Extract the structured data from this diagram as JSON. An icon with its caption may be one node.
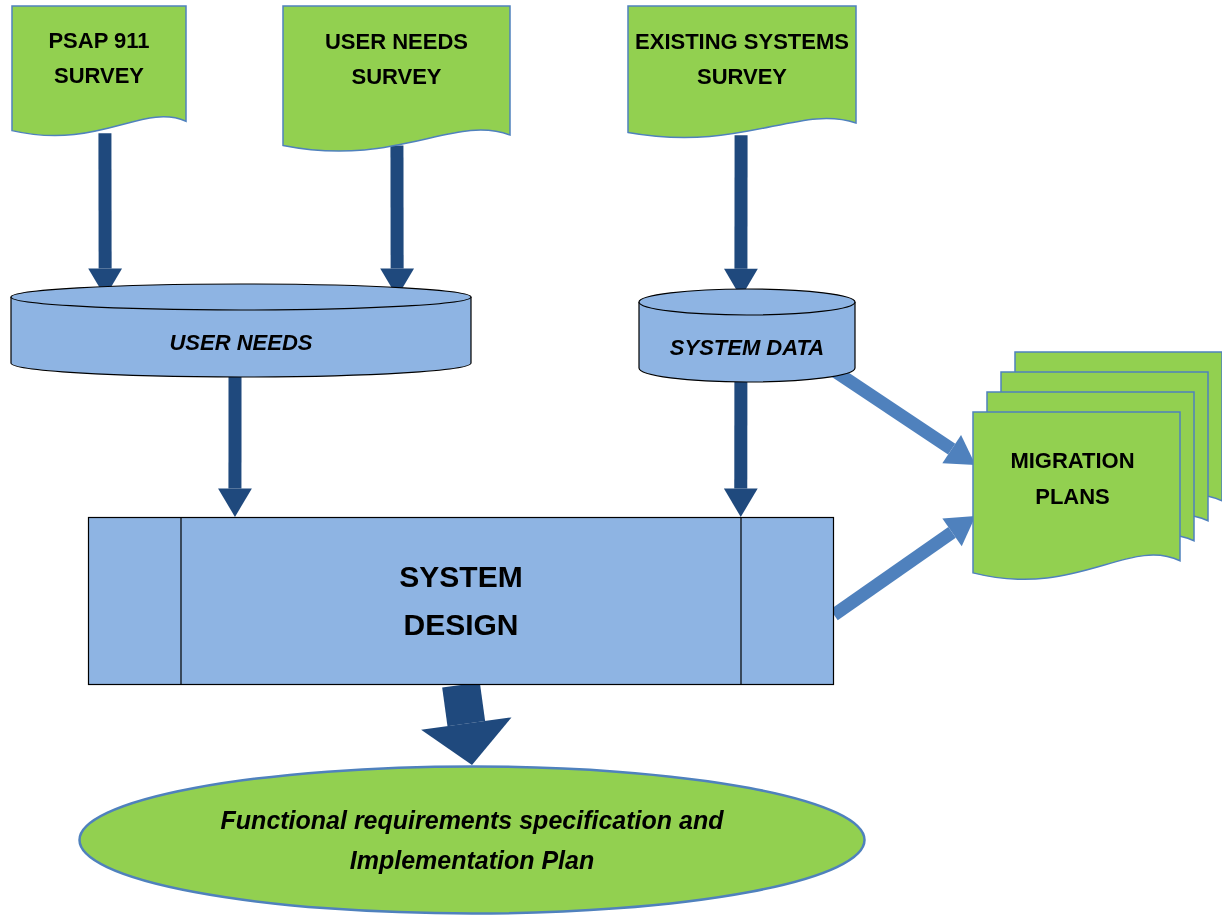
{
  "diagram": {
    "nodes": [
      {
        "text": [
          "PSAP 911 SURVEY"
        ]
      },
      {
        "text": [
          "USER NEEDS SURVEY"
        ]
      },
      {
        "text": [
          "EXISTING SYSTEMS SURVEY"
        ]
      },
      {
        "text": [
          "USER NEEDS"
        ]
      },
      {
        "text": [
          "SYSTEM DATA"
        ]
      },
      {
        "text": [
          "SYSTEM DESIGN"
        ]
      },
      {
        "text": [
          "MIGRATION PLANS"
        ]
      },
      {
        "text": [
          "Functional requirements specification and Implementation Plan"
        ]
      }
    ],
    "edges": [
      {
        "from": 0,
        "to": 3,
        "arrow": "to"
      },
      {
        "from": 1,
        "to": 3,
        "arrow": "to"
      },
      {
        "from": 2,
        "to": 4,
        "arrow": "to"
      },
      {
        "from": 3,
        "to": 5,
        "arrow": "to"
      },
      {
        "from": 4,
        "to": 5,
        "arrow": "to"
      },
      {
        "from": 4,
        "to": 6,
        "arrow": "to",
        "color": "#4f81bd"
      },
      {
        "from": 5,
        "to": 6,
        "arrow": "to",
        "color": "#4f81bd"
      },
      {
        "from": 5,
        "to": 7,
        "arrow": "to",
        "style": "thick"
      }
    ]
  }
}
